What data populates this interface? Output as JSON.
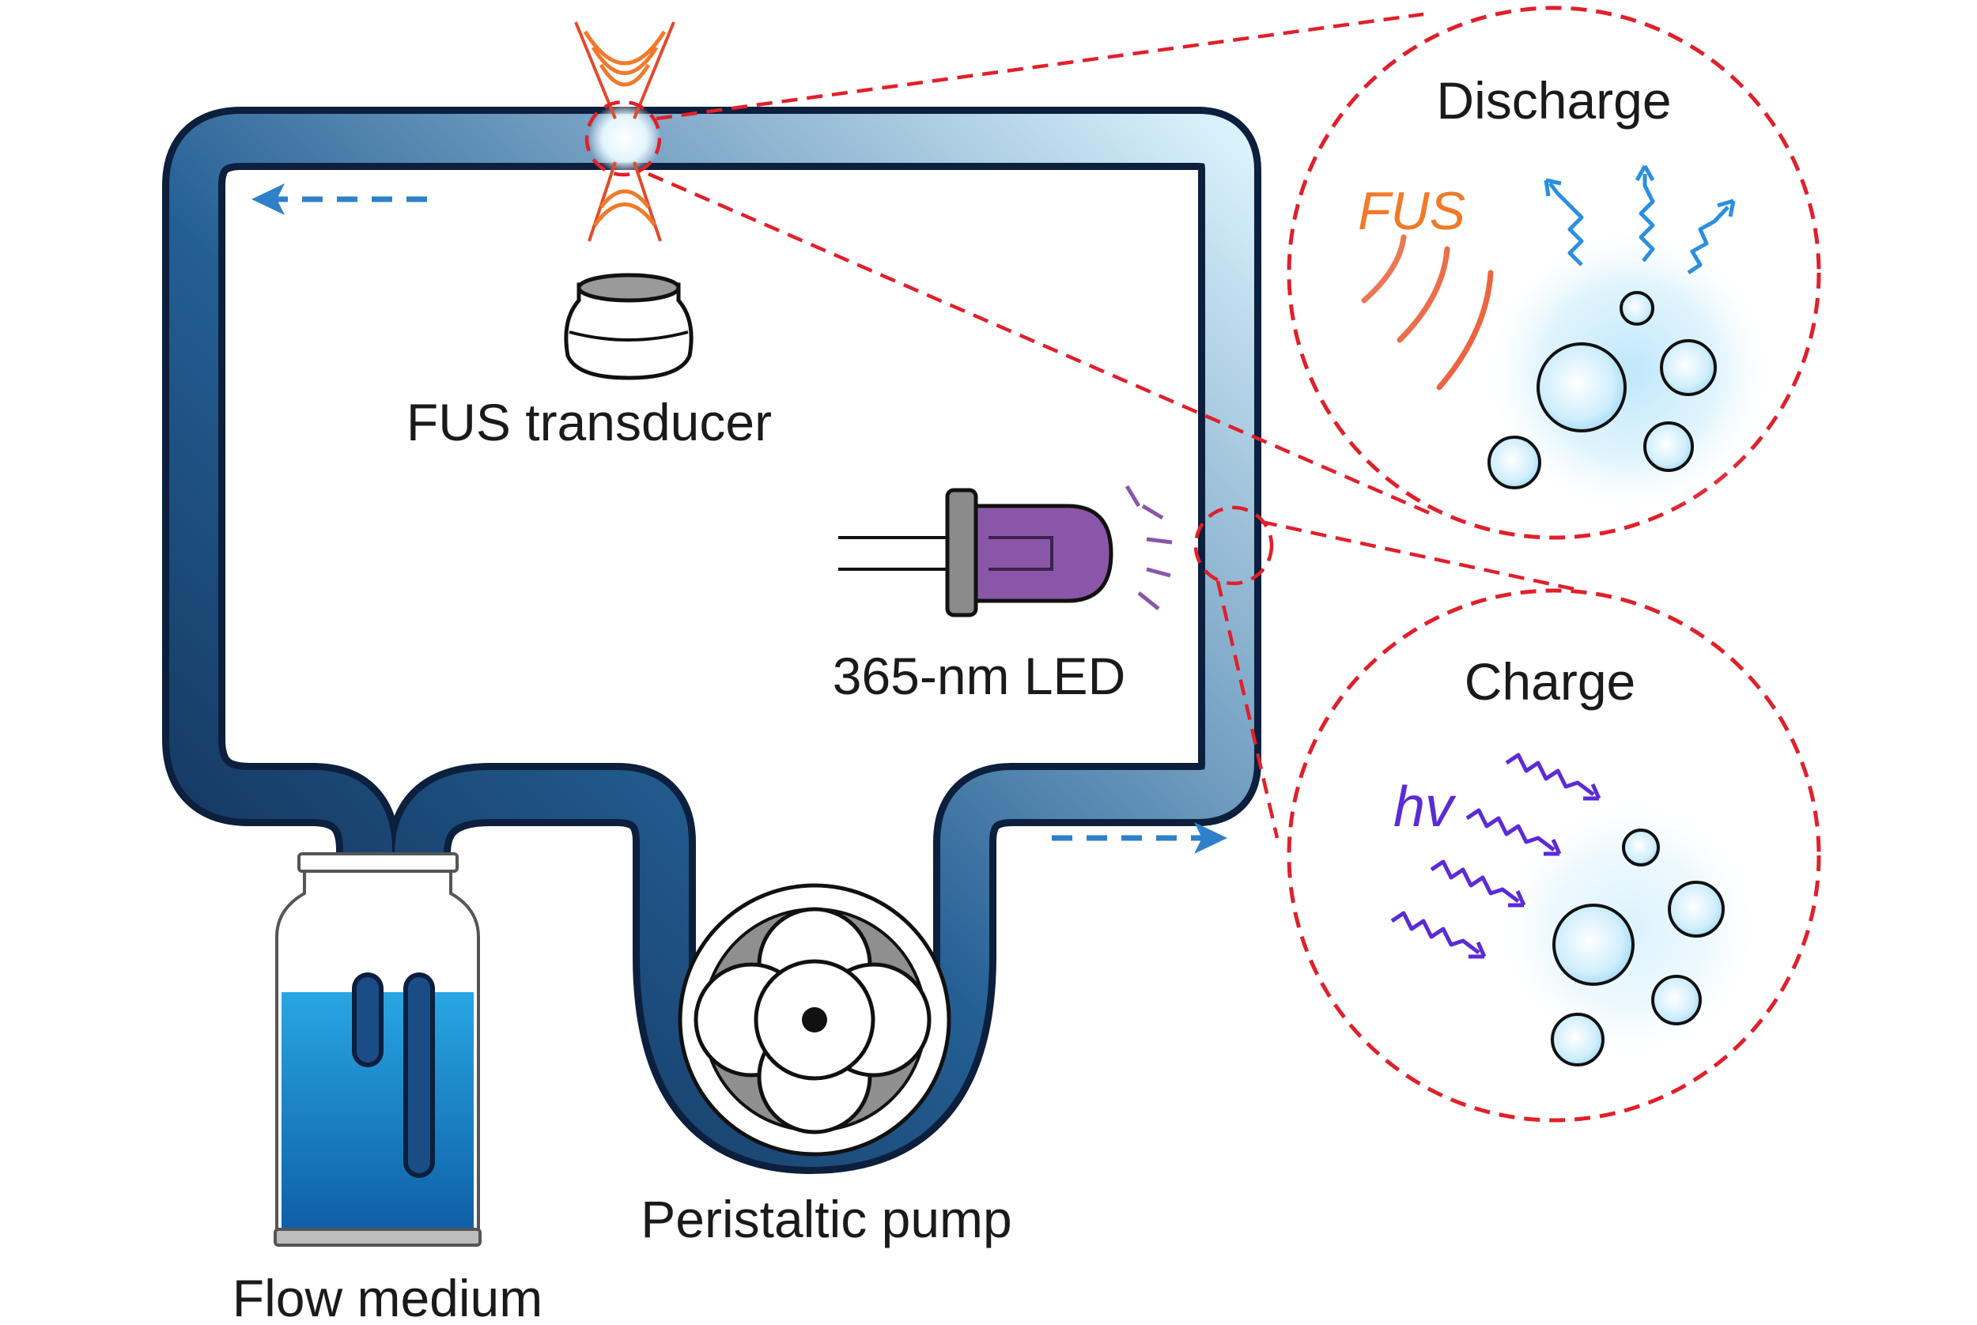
{
  "labels": {
    "fus_transducer": "FUS transducer",
    "led": "365-nm LED",
    "peristaltic_pump": "Peristaltic pump",
    "flow_medium": "Flow medium"
  },
  "insets": {
    "discharge": {
      "title": "Discharge",
      "stimulus_label": "FUS"
    },
    "charge": {
      "title": "Charge",
      "stimulus_label": "hv"
    }
  },
  "colors": {
    "tube_dark": "#0f2d55",
    "tube_light": "#d8f0fb",
    "liquid": "#1d8fd0",
    "callout_red": "#e0202a",
    "fus_orange": "#f07a2a",
    "discharge_blue": "#2a8fe0",
    "uv_purple": "#5b2bd6",
    "led_purple": "#8a57a8",
    "flow_arrow": "#2f80c8"
  },
  "icons": [
    "flow-arrow-icon",
    "ultrasound-focus-icon",
    "transducer-icon",
    "led-icon",
    "pump-rotor-icon",
    "bottle-icon",
    "bubble-icon",
    "wave-arrow-icon"
  ]
}
